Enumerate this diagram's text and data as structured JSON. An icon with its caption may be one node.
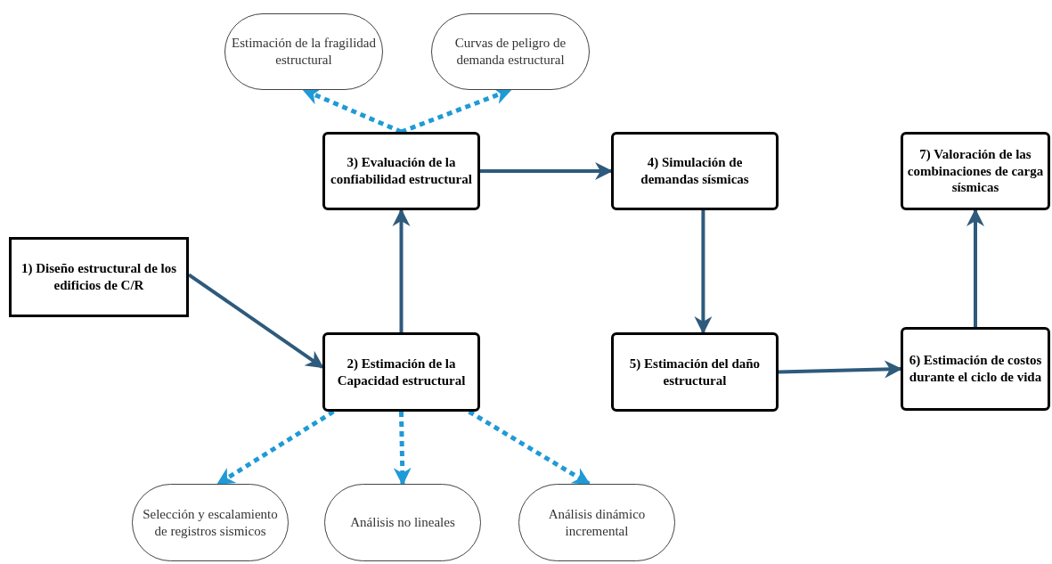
{
  "diagram": {
    "nodes": [
      {
        "text": [
          "1) Diseño estructural de los edificios de C/R"
        ]
      },
      {
        "text": [
          "2) Estimación de la Capacidad estructural"
        ]
      },
      {
        "text": [
          "3) Evaluación de la confiabilidad estructural"
        ]
      },
      {
        "text": [
          "4) Simulación de demandas sísmicas"
        ]
      },
      {
        "text": [
          "5) Estimación del daño estructural"
        ]
      },
      {
        "text": [
          "6) Estimación de costos durante el ciclo de vida"
        ]
      },
      {
        "text": [
          "7) Valoración de las combinaciones de carga sísmicas"
        ]
      },
      {
        "text": [
          "Estimación de la fragilidad estructural"
        ]
      },
      {
        "text": [
          "Curvas de peligro de demanda estructural"
        ]
      },
      {
        "text": [
          "Selección y escalamiento de registros sismicos"
        ]
      },
      {
        "text": [
          "Análisis no lineales"
        ]
      },
      {
        "text": [
          "Análisis dinámico incremental"
        ]
      }
    ],
    "edges": [
      {
        "from": 0,
        "to": 1,
        "arrow": "to"
      },
      {
        "from": 1,
        "to": 2,
        "arrow": "to"
      },
      {
        "from": 2,
        "to": 3,
        "arrow": "to"
      },
      {
        "from": 3,
        "to": 4,
        "arrow": "to"
      },
      {
        "from": 4,
        "to": 5,
        "arrow": "to"
      },
      {
        "from": 5,
        "to": 6,
        "arrow": "to"
      },
      {
        "from": 2,
        "to": 7,
        "arrow": "to",
        "style": "dashed",
        "color": "#1f9ad6"
      },
      {
        "from": 2,
        "to": 8,
        "arrow": "to",
        "style": "dashed",
        "color": "#1f9ad6"
      },
      {
        "from": 1,
        "to": 9,
        "arrow": "to",
        "style": "dashed",
        "color": "#1f9ad6"
      },
      {
        "from": 1,
        "to": 10,
        "arrow": "to",
        "style": "dashed",
        "color": "#1f9ad6"
      },
      {
        "from": 1,
        "to": 11,
        "arrow": "to",
        "style": "dashed",
        "color": "#1f9ad6"
      }
    ]
  }
}
